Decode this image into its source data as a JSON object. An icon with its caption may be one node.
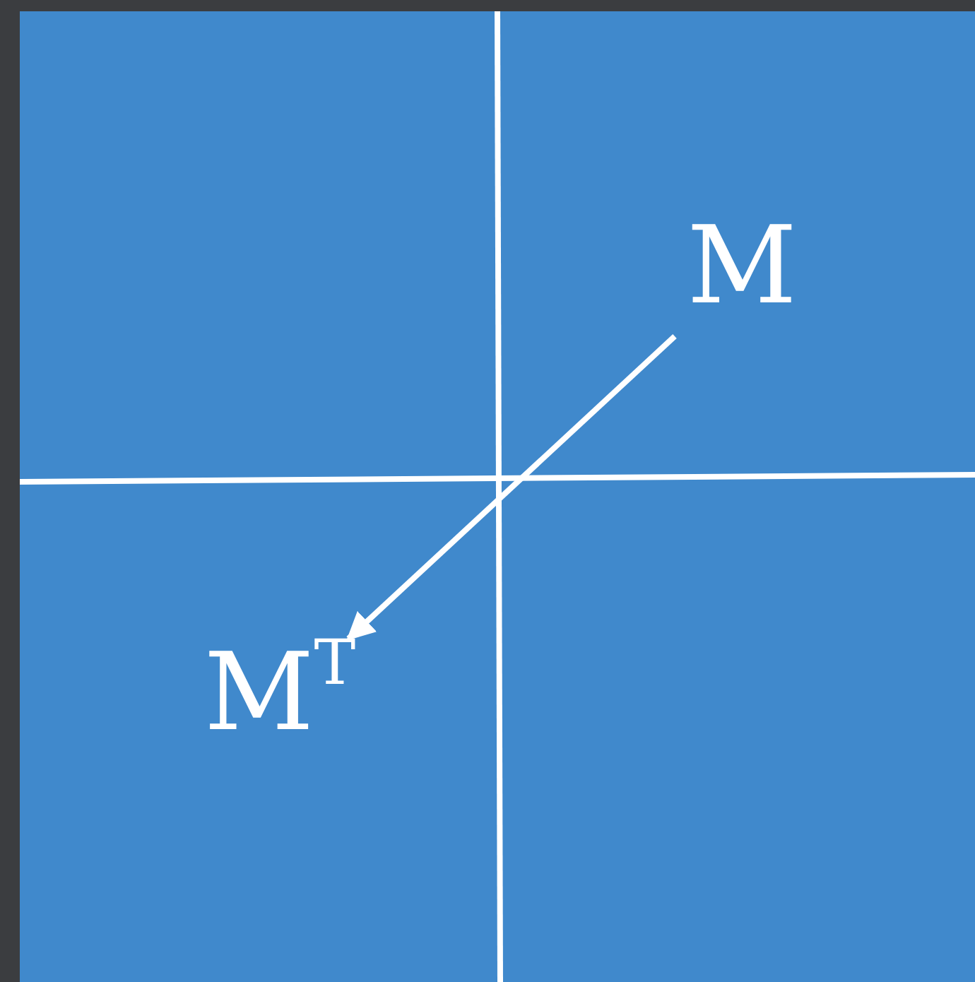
{
  "diagram": {
    "nodes": [
      {
        "text": [
          "M"
        ]
      },
      {
        "text": [
          "M$^{T}$"
        ]
      }
    ],
    "edges": [
      {
        "from": 0,
        "to": 1,
        "arrow": "to"
      }
    ]
  }
}
